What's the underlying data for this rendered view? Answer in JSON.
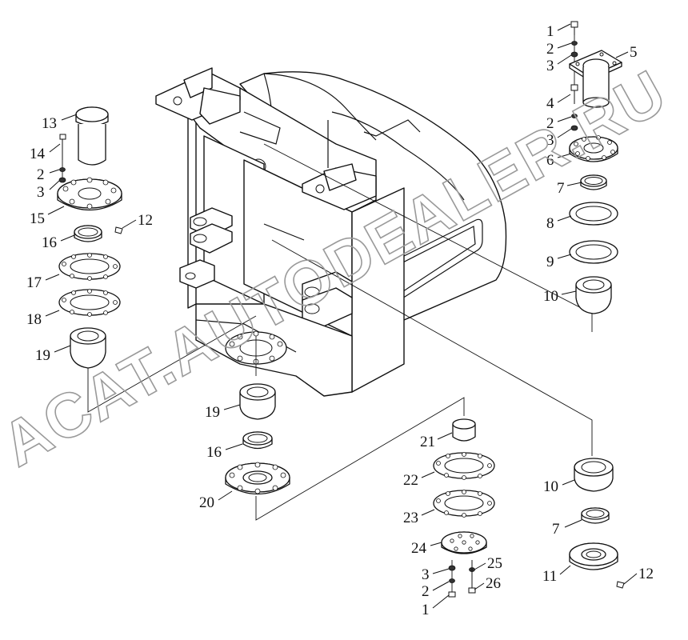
{
  "watermark": "ACAT.AUTODEALER.RU",
  "callouts": [
    {
      "id": "c1-tr",
      "label": "1"
    },
    {
      "id": "c2-tr",
      "label": "2"
    },
    {
      "id": "c3-tr",
      "label": "3"
    },
    {
      "id": "c5",
      "label": "5"
    },
    {
      "id": "c4",
      "label": "4"
    },
    {
      "id": "c2-tr2",
      "label": "2"
    },
    {
      "id": "c3-tr2",
      "label": "3"
    },
    {
      "id": "c6",
      "label": "6"
    },
    {
      "id": "c7-tr",
      "label": "7"
    },
    {
      "id": "c8",
      "label": "8"
    },
    {
      "id": "c9",
      "label": "9"
    },
    {
      "id": "c10-tr",
      "label": "10"
    },
    {
      "id": "c13",
      "label": "13"
    },
    {
      "id": "c14",
      "label": "14"
    },
    {
      "id": "c2-l",
      "label": "2"
    },
    {
      "id": "c3-l",
      "label": "3"
    },
    {
      "id": "c15",
      "label": "15"
    },
    {
      "id": "c12-l",
      "label": "12"
    },
    {
      "id": "c16-l",
      "label": "16"
    },
    {
      "id": "c17",
      "label": "17"
    },
    {
      "id": "c18",
      "label": "18"
    },
    {
      "id": "c19-l",
      "label": "19"
    },
    {
      "id": "c19-c",
      "label": "19"
    },
    {
      "id": "c16-c",
      "label": "16"
    },
    {
      "id": "c20",
      "label": "20"
    },
    {
      "id": "c21",
      "label": "21"
    },
    {
      "id": "c22",
      "label": "22"
    },
    {
      "id": "c23",
      "label": "23"
    },
    {
      "id": "c24",
      "label": "24"
    },
    {
      "id": "c25",
      "label": "25"
    },
    {
      "id": "c26",
      "label": "26"
    },
    {
      "id": "c3-b",
      "label": "3"
    },
    {
      "id": "c2-b",
      "label": "2"
    },
    {
      "id": "c1-b",
      "label": "1"
    },
    {
      "id": "c10-br",
      "label": "10"
    },
    {
      "id": "c7-br",
      "label": "7"
    },
    {
      "id": "c11",
      "label": "11"
    },
    {
      "id": "c12-br",
      "label": "12"
    }
  ]
}
